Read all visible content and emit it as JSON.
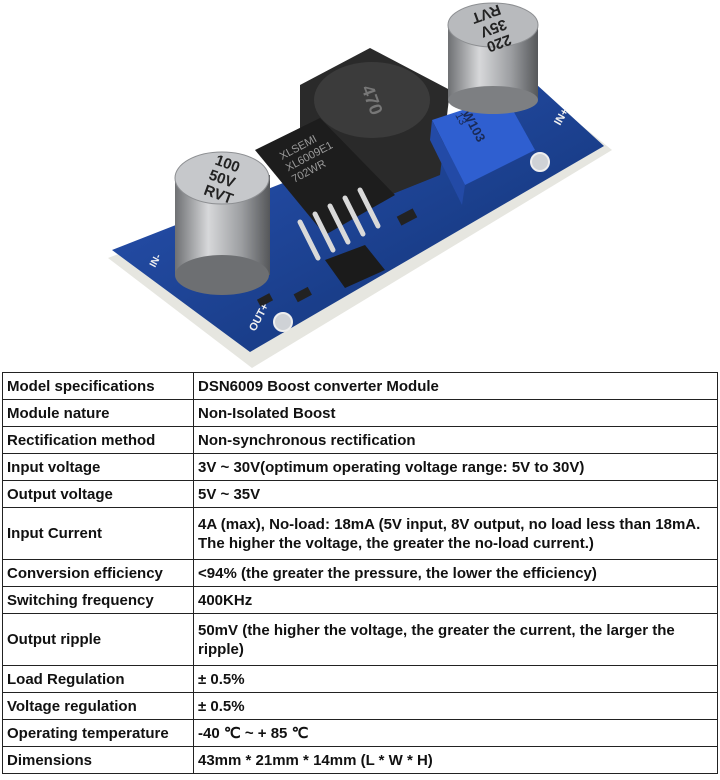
{
  "photo": {
    "board_colors": {
      "pcb": "#1a3d8f",
      "pcb_edge": "#e6e6e0",
      "capacitor": "#a7a9ab",
      "inductor": "#2a2a2a",
      "potentiometer": "#2f5fd0"
    },
    "cap_left": [
      "100",
      "50V",
      "RVT"
    ],
    "cap_right": [
      "220",
      "35V",
      "RVT"
    ],
    "inductor_text": "470",
    "chip_text": [
      "XLSEMI",
      "XL6009E1",
      "702WR"
    ],
    "pot_text": [
      "W103",
      "13"
    ],
    "pins": {
      "in_plus": "IN+",
      "out_plus": "OUT+",
      "in_minus": "IN-"
    }
  },
  "specs": [
    {
      "label": "Model specifications",
      "value": "DSN6009 Boost converter Module"
    },
    {
      "label": "Module nature",
      "value": "Non-Isolated Boost"
    },
    {
      "label": "Rectification method",
      "value": "Non-synchronous rectification"
    },
    {
      "label": "Input voltage",
      "value": "3V ~ 30V(optimum operating voltage range: 5V to 30V)"
    },
    {
      "label": "Output voltage",
      "value": "5V ~ 35V"
    },
    {
      "label": "Input Current",
      "value": "4A (max), No-load: 18mA (5V input, 8V output, no load less than 18mA. The higher the voltage, the greater the no-load current.)"
    },
    {
      "label": "Conversion efficiency",
      "value": "<94% (the greater the pressure, the lower the efficiency)"
    },
    {
      "label": "Switching frequency",
      "value": "400KHz"
    },
    {
      "label": "Output ripple",
      "value": "50mV (the higher the voltage, the greater the current, the larger the ripple)"
    },
    {
      "label": "Load Regulation",
      "value": "± 0.5%"
    },
    {
      "label": "Voltage regulation",
      "value": "± 0.5%"
    },
    {
      "label": "Operating temperature",
      "value": " -40 ℃ ~ + 85 ℃"
    },
    {
      "label": "Dimensions",
      "value": "43mm * 21mm * 14mm (L * W * H)"
    }
  ]
}
